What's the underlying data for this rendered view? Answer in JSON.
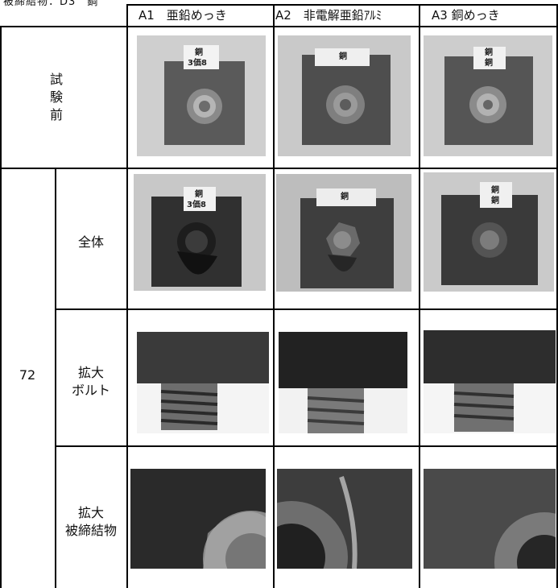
{
  "top_note": "被締結物：D3　鋼",
  "headers": {
    "a1": "A1　亜鉛めっき",
    "a2": "A2　非電解亜鉛ｱﾙﾐ",
    "a3": "A3 銅めっき"
  },
  "rows": {
    "before": "試\n験\n前",
    "duration": "72",
    "overall": "全体",
    "bolt_zoom_1": "拡大",
    "bolt_zoom_2": "ボルト",
    "fastened_zoom_1": "拡大",
    "fastened_zoom_2": "被締結物"
  },
  "tags": {
    "a1_before_1": "銅",
    "a1_before_2": "3価8",
    "a2_before": "銅",
    "a3_before_1": "銅",
    "a3_before_2": "銅",
    "a1_overall_1": "銅",
    "a1_overall_2": "3価8",
    "a2_overall": "銅",
    "a3_overall_1": "銅",
    "a3_overall_2": "銅"
  }
}
